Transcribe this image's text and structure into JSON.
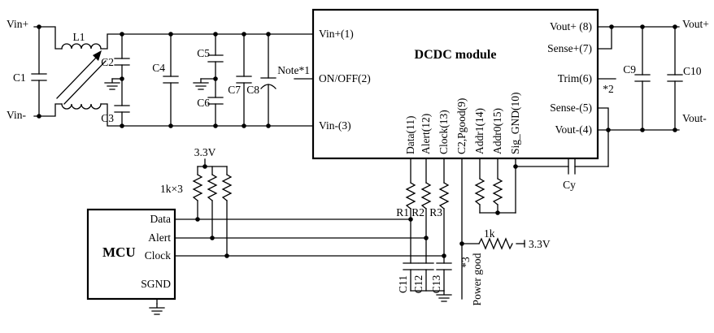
{
  "schematic": {
    "colors": {
      "wire": "#000000",
      "background": "#ffffff"
    },
    "input_terminals": {
      "vin_plus": "Vin+",
      "vin_minus": "Vin-"
    },
    "output_terminals": {
      "vout_plus": "Vout+",
      "vout_minus": "Vout-"
    },
    "module": {
      "title": "DCDC module",
      "left_pins": [
        "Vin+(1)",
        "ON/OFF(2)",
        "Vin-(3)"
      ],
      "right_pins": [
        "Vout+ (8)",
        "Sense+(7)",
        "Trim(6)",
        "Sense-(5)",
        "Vout-(4)"
      ],
      "bottom_pins": [
        "Data(11)",
        "Alert(12)",
        "Clock(13)",
        "C2,Pgood(9)",
        "Addr1(14)",
        "Addr0(15)",
        "Sig_GND(10)"
      ]
    },
    "mcu": {
      "title": "MCU",
      "pins": [
        "Data",
        "Alert",
        "Clock",
        "SGND"
      ]
    },
    "components": {
      "l1": "L1",
      "c1": "C1",
      "c2": "C2",
      "c3": "C3",
      "c4": "C4",
      "c5": "C5",
      "c6": "C6",
      "c7": "C7",
      "c8": "C8",
      "c9": "C9",
      "c10": "C10",
      "c11": "C11",
      "c12": "C12",
      "c13": "C13",
      "cy": "Cy",
      "r1": "R1",
      "r2": "R2",
      "r3": "R3",
      "pullup_value": "1k×3",
      "pgood_resistor": "1k"
    },
    "supplies": {
      "pullup_33": "3.3V",
      "pgood_33": "3.3V"
    },
    "annotations": {
      "note1": "Note*1",
      "note2": "*2",
      "note3": "*3",
      "power_good": "Power good"
    }
  }
}
